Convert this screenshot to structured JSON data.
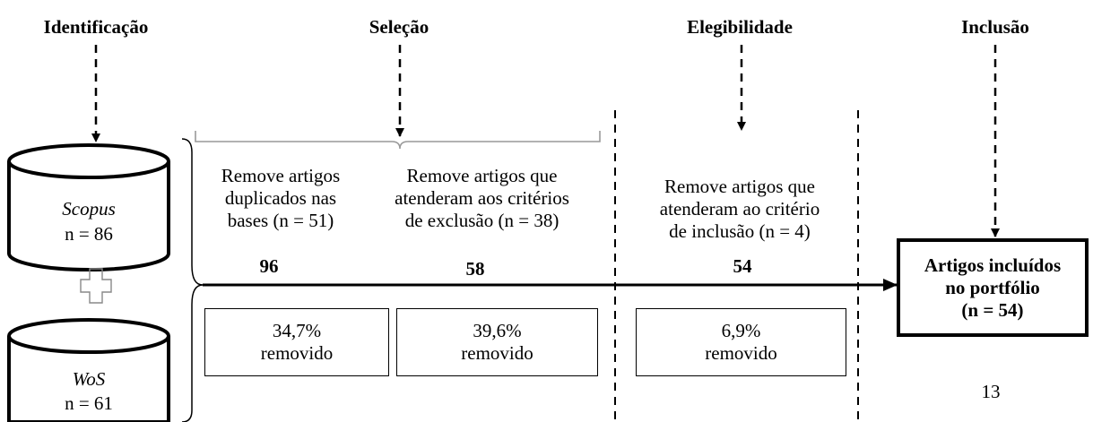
{
  "stages": {
    "identification": "Identificação",
    "selection": "Seleção",
    "eligibility": "Elegibilidade",
    "inclusion": "Inclusão"
  },
  "databases": {
    "scopus": {
      "name": "Scopus",
      "count": "n = 86"
    },
    "wos": {
      "name": "WoS",
      "count": "n = 61"
    }
  },
  "steps": {
    "duplicates": {
      "lines": [
        "Remove artigos",
        "duplicados nas",
        "bases (n = 51)"
      ],
      "remaining": "96",
      "removed": [
        "34,7%",
        "removido"
      ]
    },
    "exclusion": {
      "lines": [
        "Remove artigos que",
        "atenderam aos critérios",
        "de exclusão (n = 38)"
      ],
      "remaining": "58",
      "removed": [
        "39,6%",
        "removido"
      ]
    },
    "inclusion_criteria": {
      "lines": [
        "Remove artigos que",
        "atenderam ao critério",
        "de inclusão (n = 4)"
      ],
      "remaining": "54",
      "removed": [
        "6,9%",
        "removido"
      ]
    }
  },
  "result": [
    "Artigos incluídos",
    "no portfólio",
    "(n = 54)"
  ],
  "page_number": "13"
}
